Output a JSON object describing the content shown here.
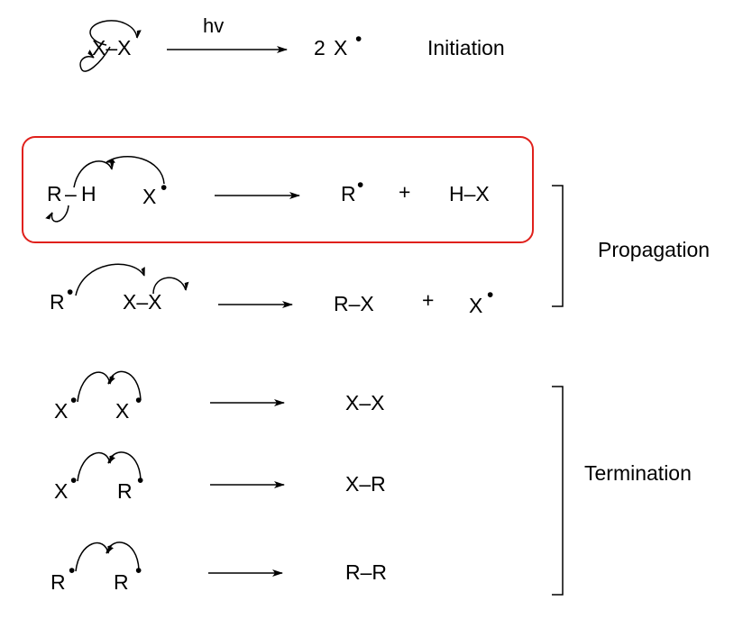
{
  "colors": {
    "ink": "#000000",
    "highlight": "#e0201b"
  },
  "dot": "•",
  "initiation": {
    "reactant": "X–X",
    "condition": "hv",
    "product_coef": "2",
    "product_species": "X",
    "stage_label": "Initiation"
  },
  "propagation": {
    "stage_label": "Propagation",
    "step1": {
      "reactant_a": "R",
      "bond": "–",
      "reactant_a2": "H",
      "reactant_b": "X",
      "product_a": "R",
      "plus": "+",
      "product_b": "H–X"
    },
    "step2": {
      "reactant_a": "R",
      "reactant_b": "X–X",
      "product_a": "R–X",
      "plus": "+",
      "product_b": "X"
    }
  },
  "termination": {
    "stage_label": "Termination",
    "steps": [
      {
        "reactant_a": "X",
        "reactant_b": "X",
        "product": "X–X"
      },
      {
        "reactant_a": "X",
        "reactant_b": "R",
        "product": "X–R"
      },
      {
        "reactant_a": "R",
        "reactant_b": "R",
        "product": "R–R"
      }
    ]
  }
}
